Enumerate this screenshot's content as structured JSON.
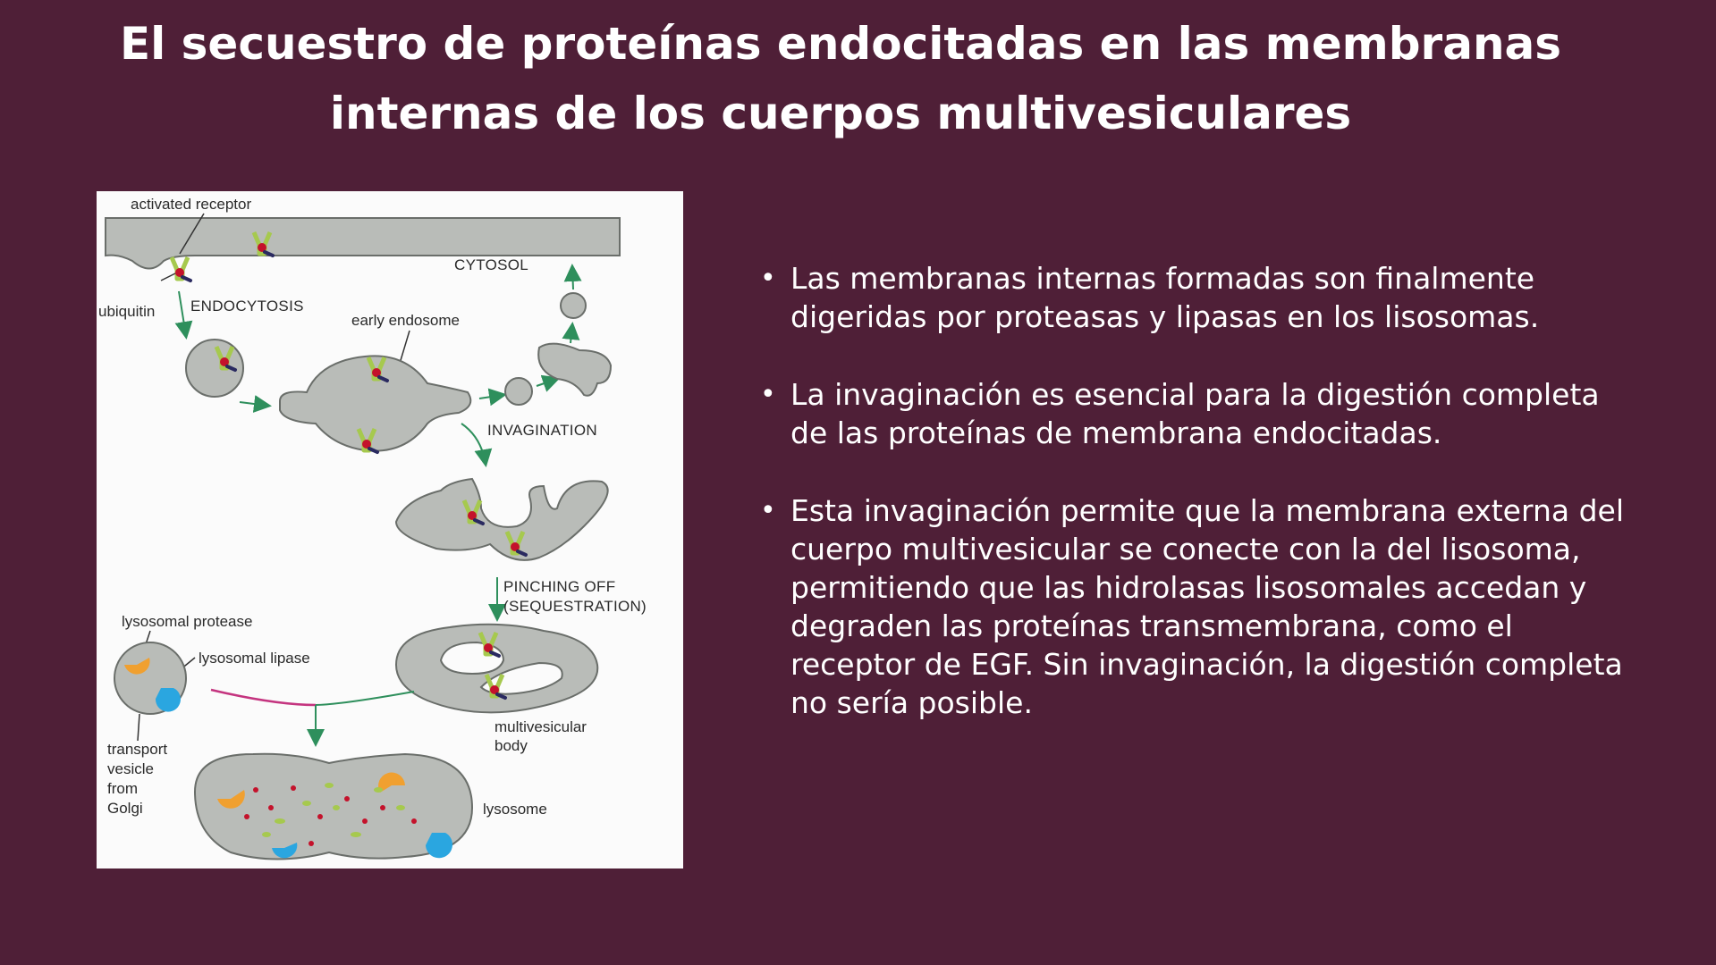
{
  "title": {
    "line1": "El secuestro de proteínas endocitadas en las membranas",
    "line2": "internas de los cuerpos multivesiculares"
  },
  "diagram": {
    "labels": {
      "activated_receptor": "activated receptor",
      "cytosol": "CYTOSOL",
      "ubiquitin": "ubiquitin",
      "endocytosis": "ENDOCYTOSIS",
      "early_endosome": "early endosome",
      "invagination": "INVAGINATION",
      "pinching_off_1": "PINCHING OFF",
      "pinching_off_2": "(SEQUESTRATION)",
      "lysosomal_protease": "lysosomal protease",
      "lysosomal_lipase": "lysosomal lipase",
      "multivesicular_1": "multivesicular",
      "multivesicular_2": "body",
      "transport_1": "transport",
      "transport_2": "vesicle",
      "transport_3": "from",
      "transport_4": "Golgi",
      "lysosome": "lysosome"
    },
    "colors": {
      "organelle_fill": "#b9bcb8",
      "organelle_stroke": "#6a6e6a",
      "arrow_green": "#2e8f5c",
      "receptor_green": "#a6c94e",
      "ubiquitin_red": "#c4122b",
      "protease_orange": "#f0a030",
      "lipase_blue": "#2aa6e0",
      "membrane_magenta": "#c4347f"
    }
  },
  "bullets": [
    {
      "text": "Las membranas internas formadas son finalmente digeridas por proteasas y lipasas en los lisosomas."
    },
    {
      "text": "La invaginación es esencial para la digestión completa de las proteínas de membrana endocitadas."
    },
    {
      "text": "Esta invaginación permite que la membrana externa del cuerpo multivesicular se conecte con la del lisosoma, permitiendo que las hidrolasas lisosomales accedan y degraden las proteínas transmembrana, como el receptor de EGF. Sin invaginación, la digestión completa no sería posible."
    }
  ]
}
